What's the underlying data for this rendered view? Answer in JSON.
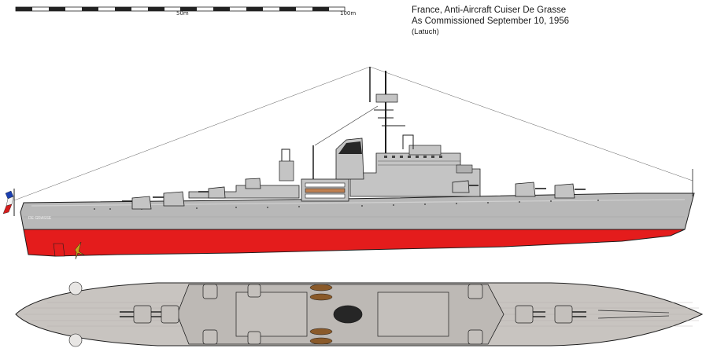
{
  "caption": {
    "line1": "France, Anti-Aircraft Cuiser De Grasse",
    "line2": "As Commissioned September 10, 1956",
    "credit": "(Latuch)"
  },
  "scale_bar": {
    "labels": [
      "50m",
      "100m"
    ]
  },
  "hull_name": "DE GRASSE",
  "colors": {
    "hull_grey": "#b8b8b8",
    "upper_grey": "#c4c4c4",
    "deck_grey": "#c8c4c0",
    "waterline_red": "#e41c1c",
    "wood_deck": "#8a5a2a",
    "outline": "#1e1e1e",
    "flag_blue": "#1a3fb0",
    "flag_red": "#d41c1c",
    "propeller": "#c9a21a"
  },
  "icons": {
    "flag": "french-flag-icon",
    "propeller": "propeller-icon"
  }
}
